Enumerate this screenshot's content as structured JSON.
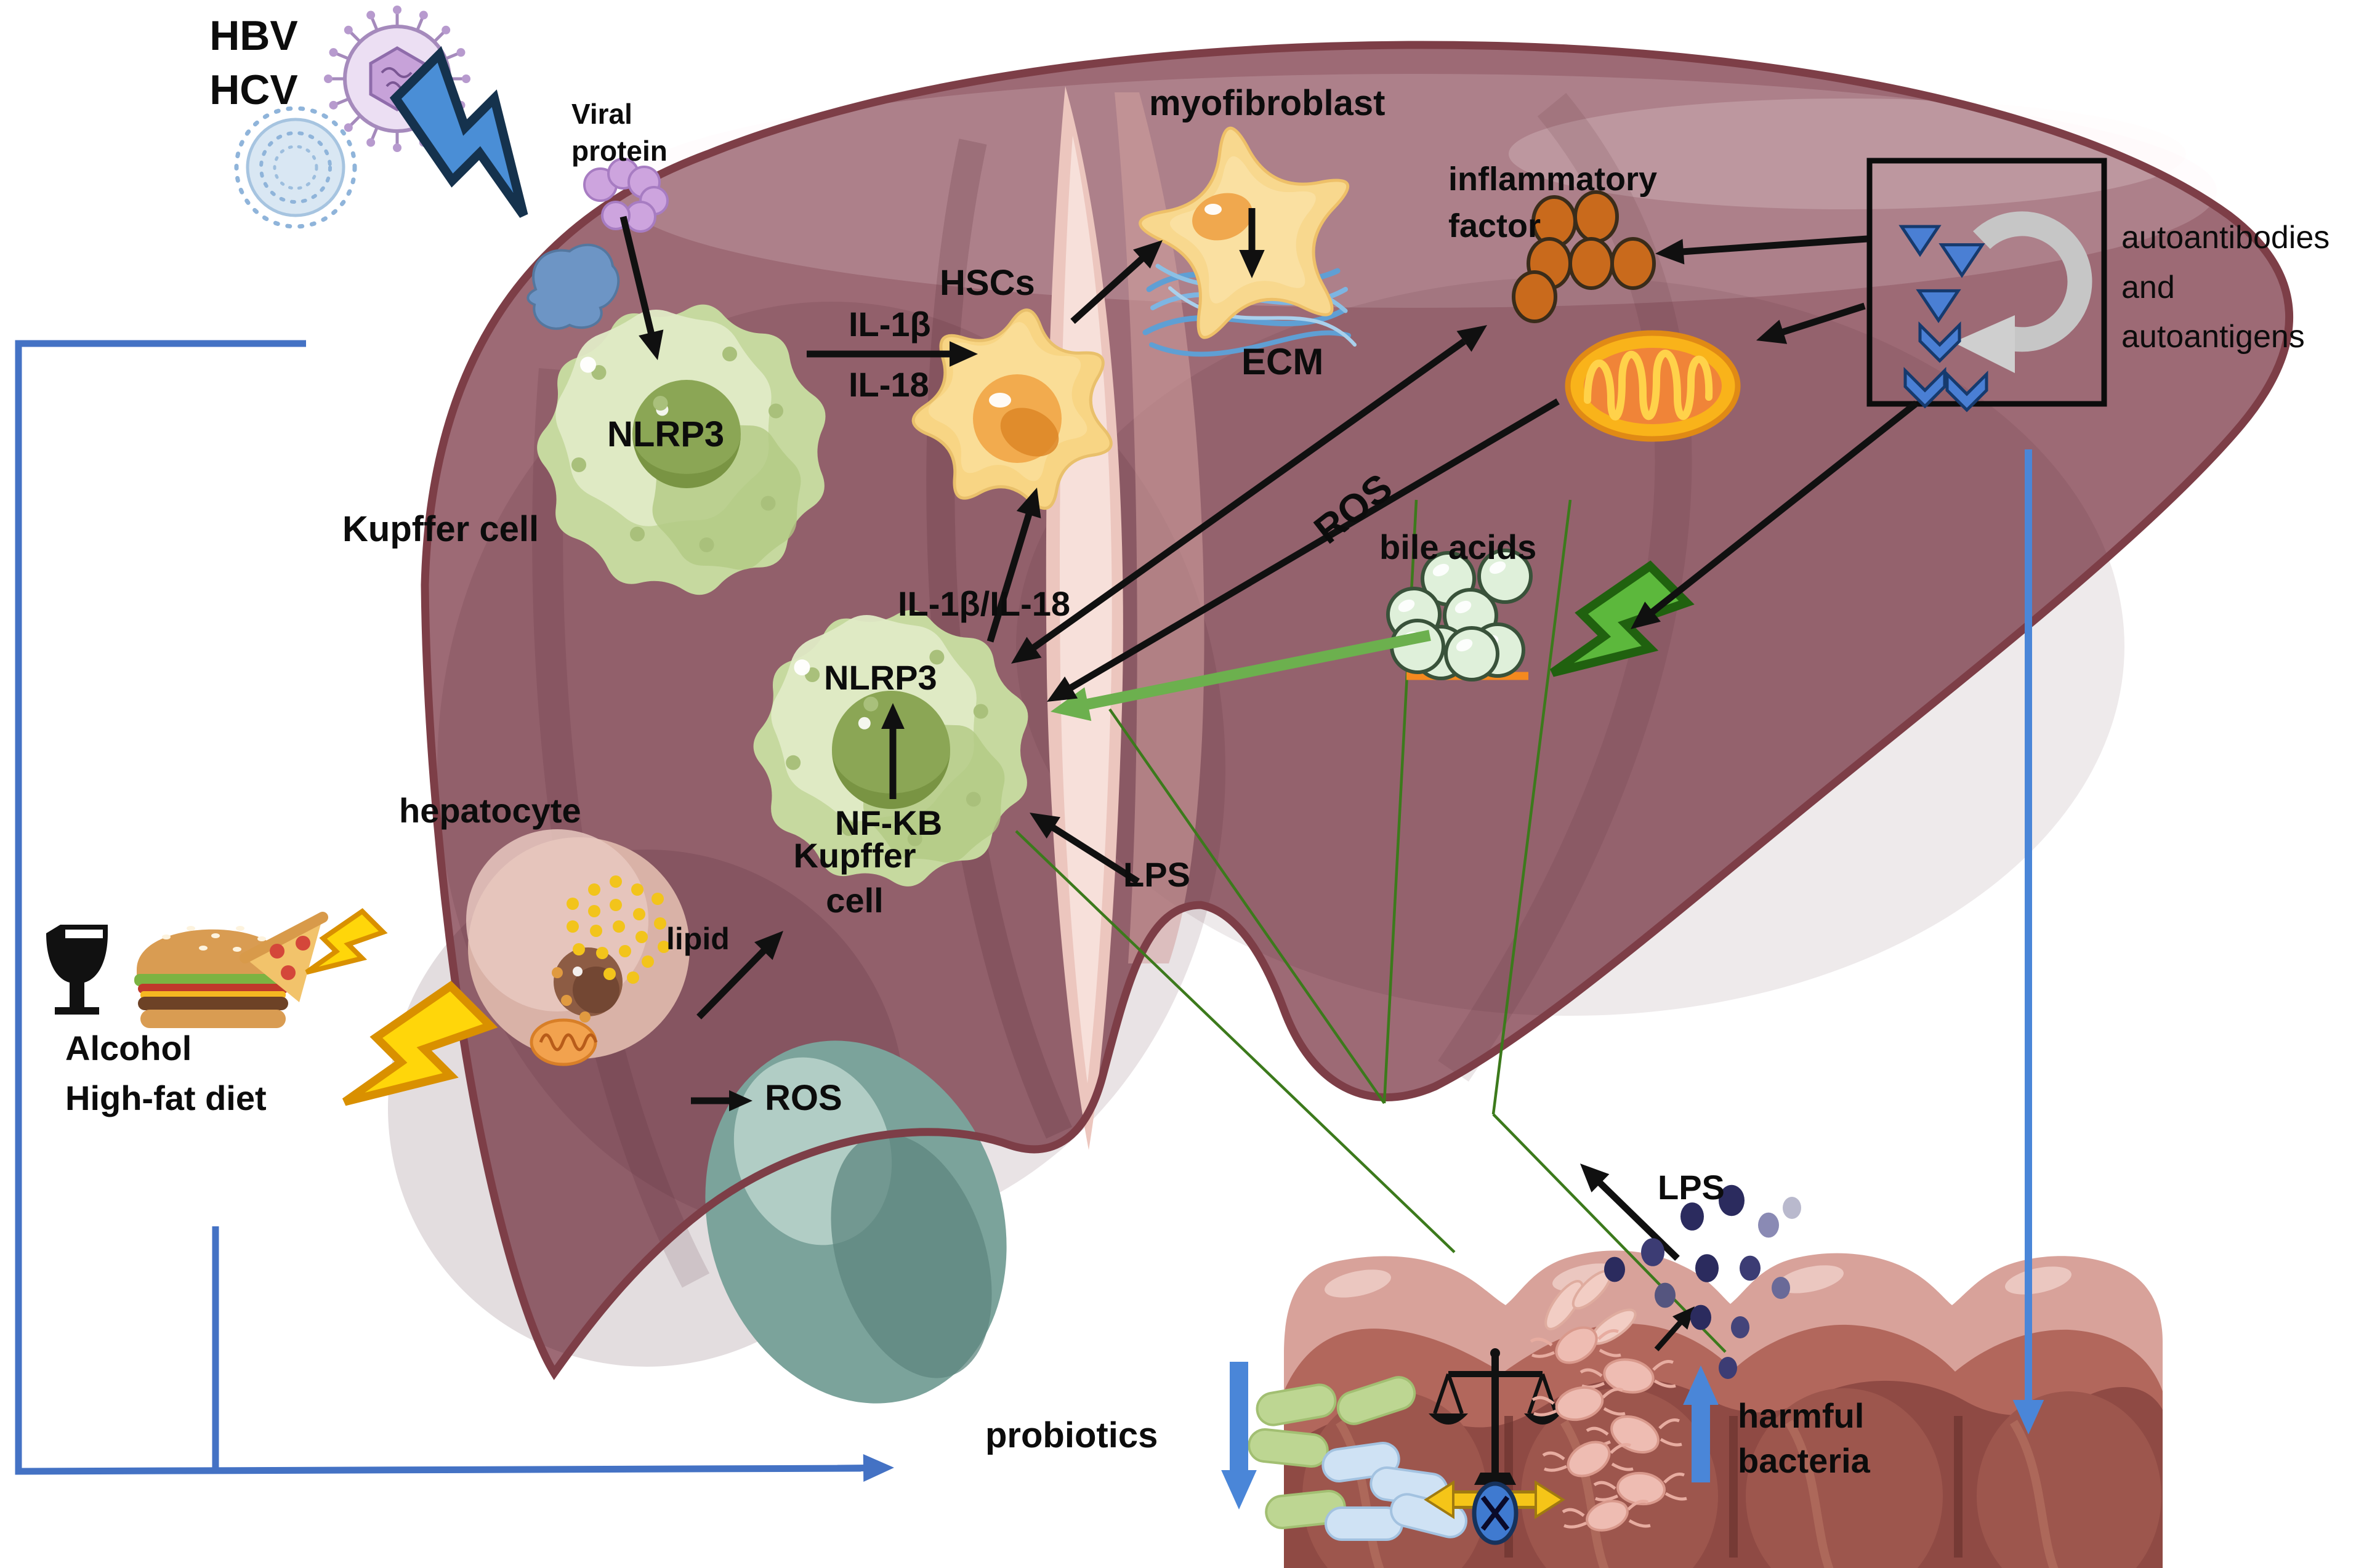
{
  "labels": {
    "hbv_hcv": "HBV\nHCV",
    "viral_protein": "Viral\nprotein",
    "kupffer_cell_top": "Kupffer cell",
    "nlrp3_top": "NLRP3",
    "il_1b": "IL-1β",
    "il_18": "IL-18",
    "hscs": "HSCs",
    "myofibroblast": "myofibroblast",
    "ecm": "ECM",
    "inflammatory_factor": "inflammatory\nfactor",
    "autoantibodies": "autoantibodies\nand\nautoantigens",
    "ros_upper": "ROS",
    "bile_acids": "bile acids",
    "il_1b_il_18": "IL-1β/IL-18",
    "nlrp3_lower": "NLRP3",
    "nf_kb": "NF-KB",
    "kupffer_cell_lower": "Kupffer\ncell",
    "lps_liver": "LPS",
    "hepatocyte": "hepatocyte",
    "lipid": "lipid",
    "ros_lower": "ROS",
    "alcohol_diet": "Alcohol\nHigh-fat diet",
    "probiotics": "probiotics",
    "harmful_bacteria": "harmful\nbacteria",
    "lps_gut": "LPS"
  },
  "colors": {
    "liver": "#9d6a75",
    "liver_rim": "#7d3e47",
    "kupffer_cell": "#c6d99f",
    "stellate_cell": "#f8d584",
    "blue_arrow": "#4472c4",
    "green_arrow": "#6cb04e",
    "thin_green_line": "#3c7a1c",
    "inflammatory_orange": "#c96a1c",
    "mitochondria_orange": "#f9b31a",
    "bile_acid_green": "#dff0da",
    "intestine_dark": "#8f4a44",
    "lightning_yellow": "#ffd60a",
    "lightning_green": "#5cb83c",
    "lightning_blue": "#4a8ed6",
    "lps_dot_navy": "#2b2b5e",
    "orange_bar": "#f5891f"
  }
}
